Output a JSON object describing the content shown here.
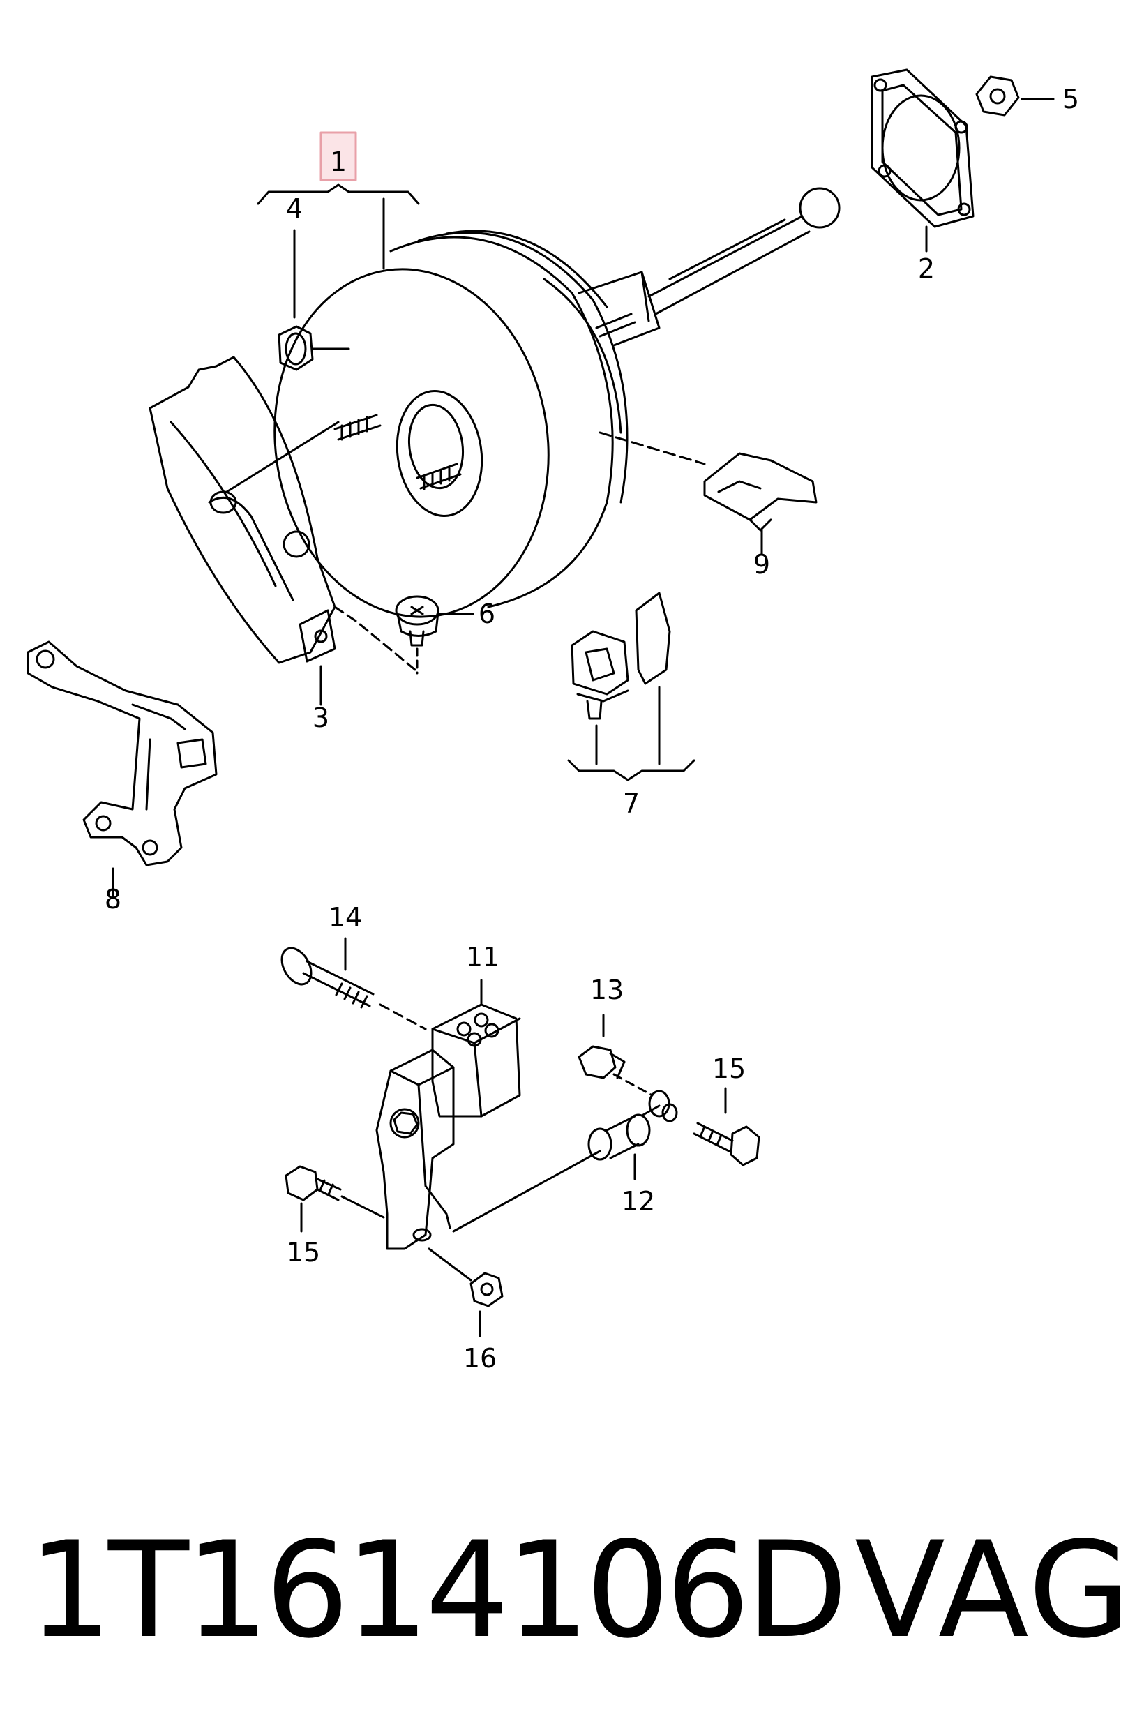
{
  "callouts": {
    "c1": "1",
    "c2": "2",
    "c3": "3",
    "c4": "4",
    "c5": "5",
    "c6": "6",
    "c7": "7",
    "c8": "8",
    "c9": "9",
    "c11": "11",
    "c12": "12",
    "c13": "13",
    "c14": "14",
    "c15a": "15",
    "c15b": "15",
    "c16": "16"
  },
  "highlight_color": "#e8a0a8",
  "footer": {
    "part_number": "1T1614106D",
    "brand": "VAG"
  }
}
